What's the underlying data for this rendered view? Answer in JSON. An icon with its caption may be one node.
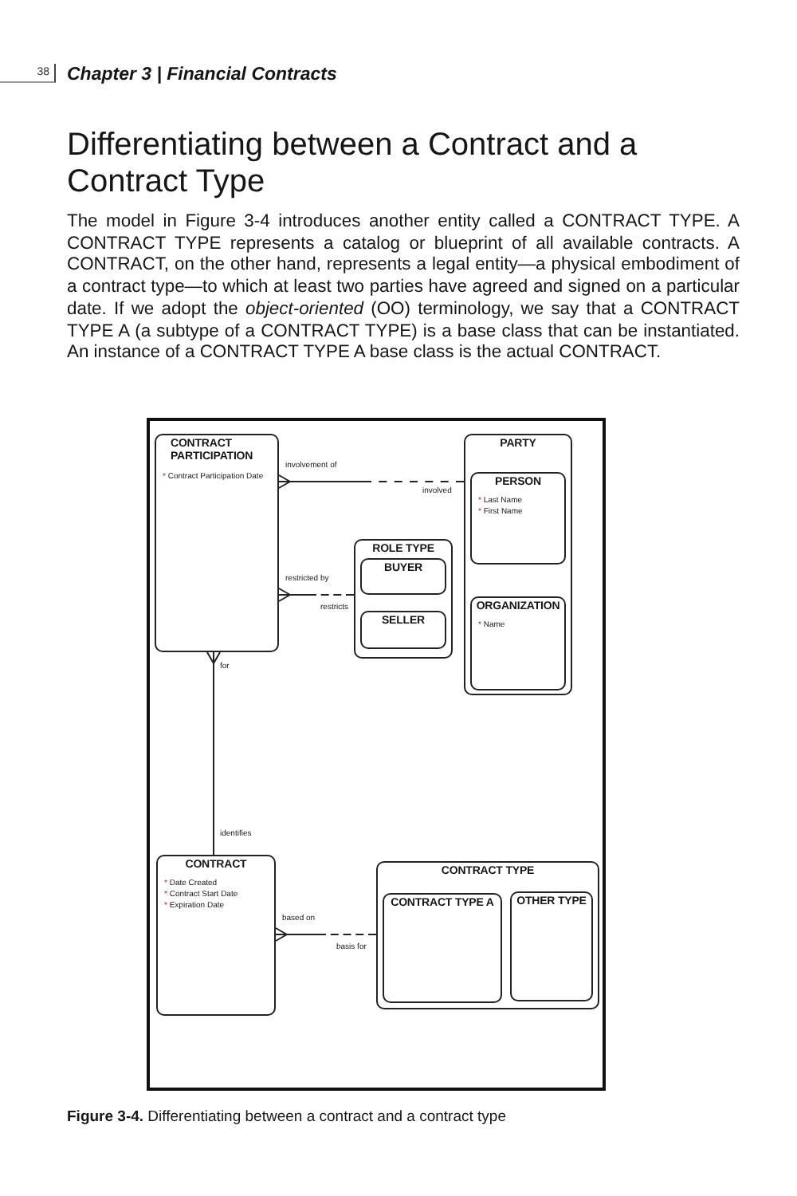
{
  "diagram": {
    "title": "Differentiating between a Contract and a Contract Type",
    "caption": "**Figure 3-4.** Differentiating between a contract and a contract type",
    "nodes": [
      {
        "text": [
          "CONTRACT PARTICIPATION",
          "* Contract Participation Date"
        ]
      },
      {
        "text": [
          "PARTY"
        ]
      },
      {
        "text": [
          "PERSON",
          "* Last Name",
          "* First Name"
        ],
        "in": 1
      },
      {
        "text": [
          "ORGANIZATION",
          "* Name"
        ],
        "in": 1
      },
      {
        "text": [
          "ROLE TYPE"
        ]
      },
      {
        "text": [
          "BUYER"
        ],
        "in": 4
      },
      {
        "text": [
          "SELLER"
        ],
        "in": 4
      },
      {
        "text": [
          "CONTRACT",
          "* Date Created",
          "* Contract Start Date",
          "* Expiration Date"
        ]
      },
      {
        "text": [
          "CONTRACT TYPE"
        ]
      },
      {
        "text": [
          "CONTRACT TYPE A"
        ],
        "in": 8
      },
      {
        "text": [
          "OTHER TYPE"
        ],
        "in": 8
      }
    ],
    "edges": [
      {
        "from": 0,
        "to": 1,
        "arrow": "other",
        "label": "involvement of",
        "style": "dashed"
      },
      {
        "from": 0,
        "to": 4,
        "arrow": "other",
        "label": "restricted by",
        "style": "dashed"
      },
      {
        "from": 0,
        "to": 7,
        "arrow": "other",
        "label": "for"
      },
      {
        "from": 7,
        "to": 8,
        "arrow": "other",
        "label": "based on",
        "style": "dashed"
      }
    ],
    "labels": [
      "38",
      "Chapter 3 | Financial Contracts",
      "The model in Figure 3-4 introduces another entity called a CONTRACT TYPE. A CONTRACT TYPE represents a catalog or blueprint of all available contracts. A CONTRACT, on the other hand, represents a legal entity—a physical embodiment of a contract type—to which at least two parties have agreed and signed on a particular date. If we adopt the *object-oriented* (OO) terminology, we say that a CONTRACT TYPE A (a subtype of a CONTRACT TYPE) is a base class that can be instantiated. An instance of a CONTRACT TYPE A base class is the actual CONTRACT.",
      "involved",
      "restricts",
      "identifies",
      "basis for"
    ]
  }
}
